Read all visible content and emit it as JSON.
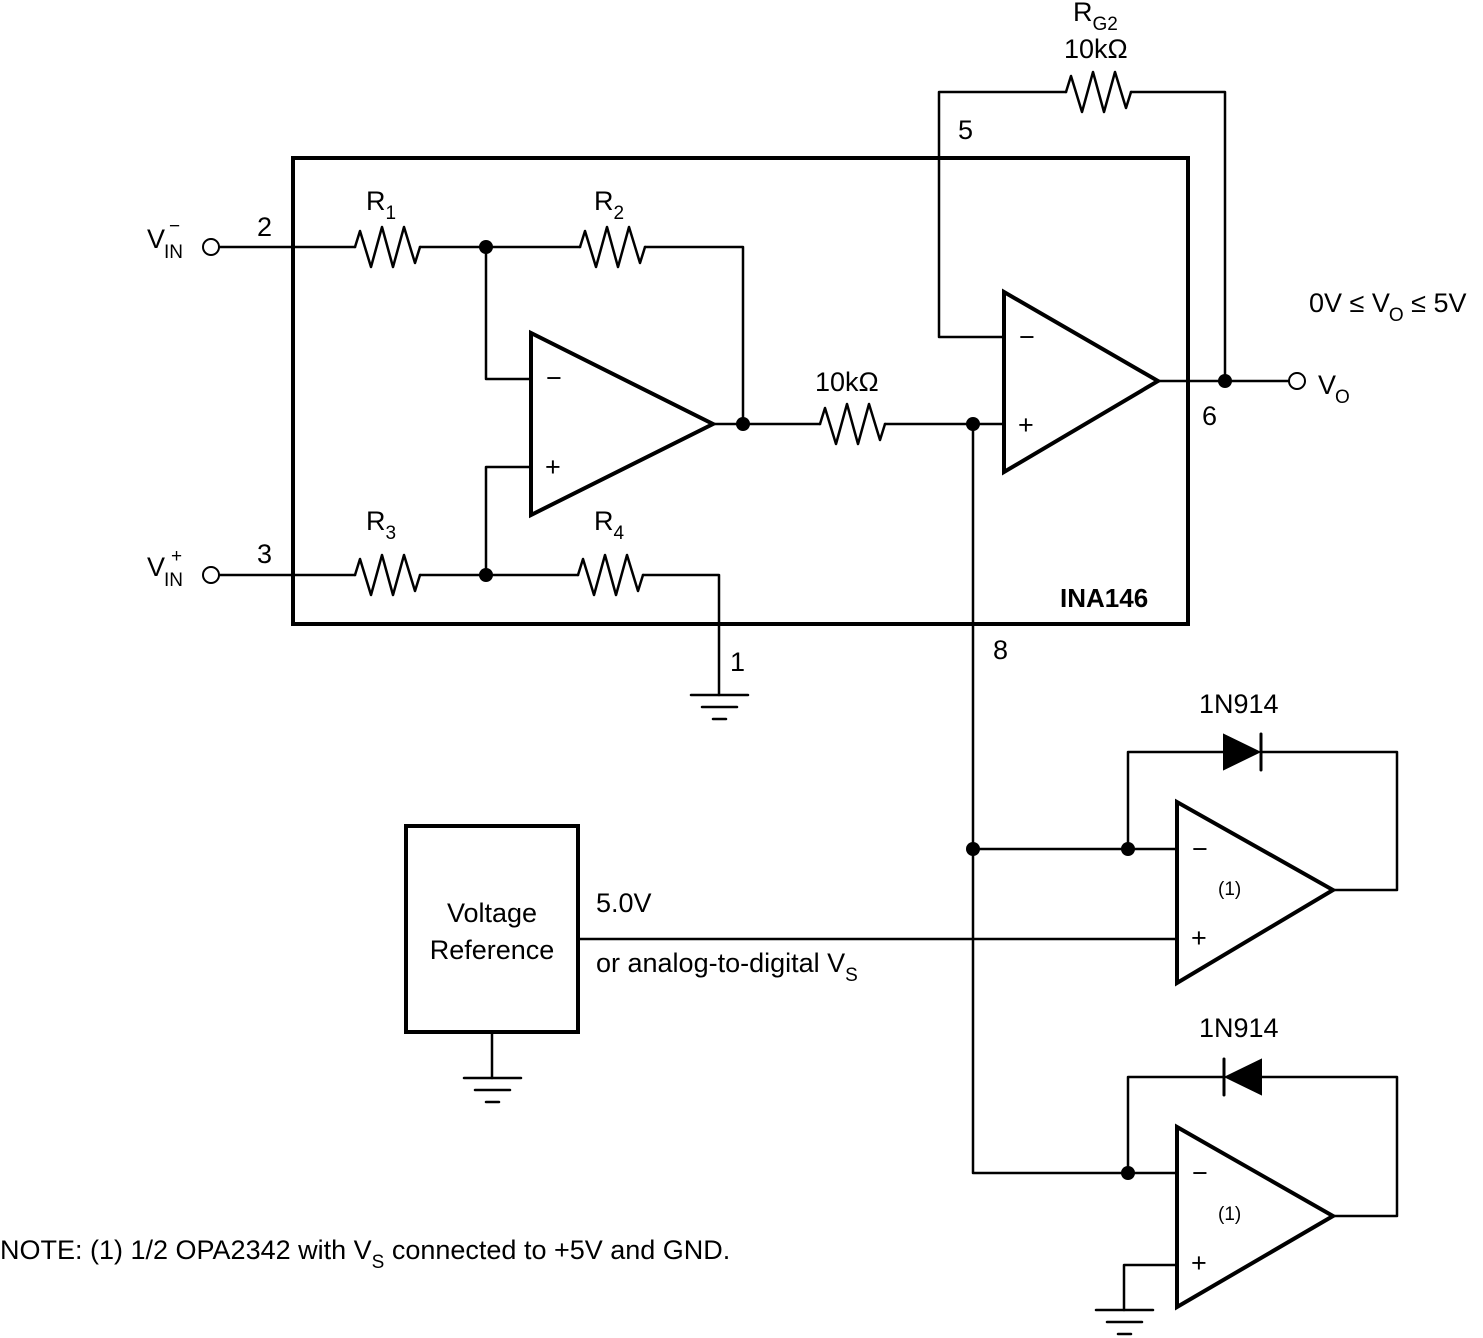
{
  "inputs": {
    "vin_minus": {
      "main": "V",
      "sub": "IN",
      "sup": "−",
      "pin": "2"
    },
    "vin_plus": {
      "main": "V",
      "sub": "IN",
      "sup": "+",
      "pin": "3"
    }
  },
  "resistors": {
    "r1": {
      "main": "R",
      "sub": "1"
    },
    "r2": {
      "main": "R",
      "sub": "2"
    },
    "r3": {
      "main": "R",
      "sub": "3"
    },
    "r4": {
      "main": "R",
      "sub": "4"
    },
    "r_internal": {
      "value": "10kΩ"
    },
    "rg2": {
      "main": "R",
      "sub": "G2",
      "value": "10kΩ"
    }
  },
  "ina": {
    "name": "INA146",
    "pin1": "1",
    "pin5": "5",
    "pin6": "6",
    "pin8": "8"
  },
  "opamp_signs": {
    "minus": "−",
    "plus": "+"
  },
  "output": {
    "main": "V",
    "sub": "O",
    "range": {
      "left": "0V ≤ V",
      "sub": "O",
      "right": " ≤ 5V"
    }
  },
  "diodes": {
    "top": "1N914",
    "bottom": "1N914"
  },
  "opamp_note_ref": "(1)",
  "reference": {
    "line1": "Voltage",
    "line2": "Reference",
    "out_voltage": "5.0V",
    "alt_main": "or analog-to-digital V",
    "alt_sub": "S"
  },
  "note": {
    "prefix": "NOTE: (1) 1/2 OPA2342 with V",
    "sub": "S",
    "suffix": " connected to +5V and GND."
  }
}
